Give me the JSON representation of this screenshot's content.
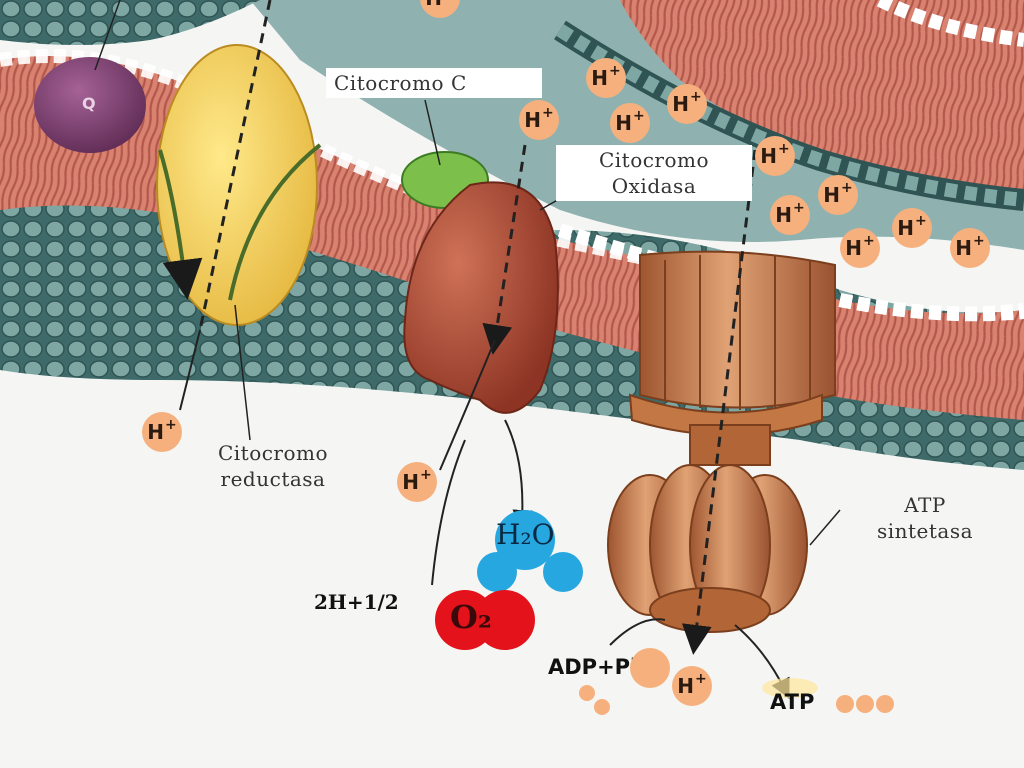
{
  "labels": {
    "citocromo_c": "Citocromo  C",
    "oxidasa_line1": "Citocromo",
    "oxidasa_line2": "Oxidasa",
    "reductasa_line1": "Citocromo",
    "reductasa_line2": "reductasa",
    "atp_sintetasa_line1": "ATP",
    "atp_sintetasa_line2": "sintetasa",
    "q_label": "Q",
    "h2o_formula": "H₂O",
    "o2_formula": "O₂",
    "reaction_left": "2H+1/2",
    "adp_pi": "ADP+Pi",
    "atp": "ATP",
    "hplus_h": "H",
    "hplus_plus": "+"
  },
  "colors": {
    "membrane_lipid": "#d77e6e",
    "membrane_head": "#3f6f6e",
    "intermembrane": "#8fb2b0",
    "reductasa": "#f0cc55",
    "oxidasa": "#a7432d",
    "atp_synthase": "#c67a48",
    "citocromo_c": "#7cbf4a",
    "q": "#7a3b6b",
    "h2o": "#27a7e0",
    "o2": "#e3121b",
    "hplus": "#f6b07e"
  }
}
